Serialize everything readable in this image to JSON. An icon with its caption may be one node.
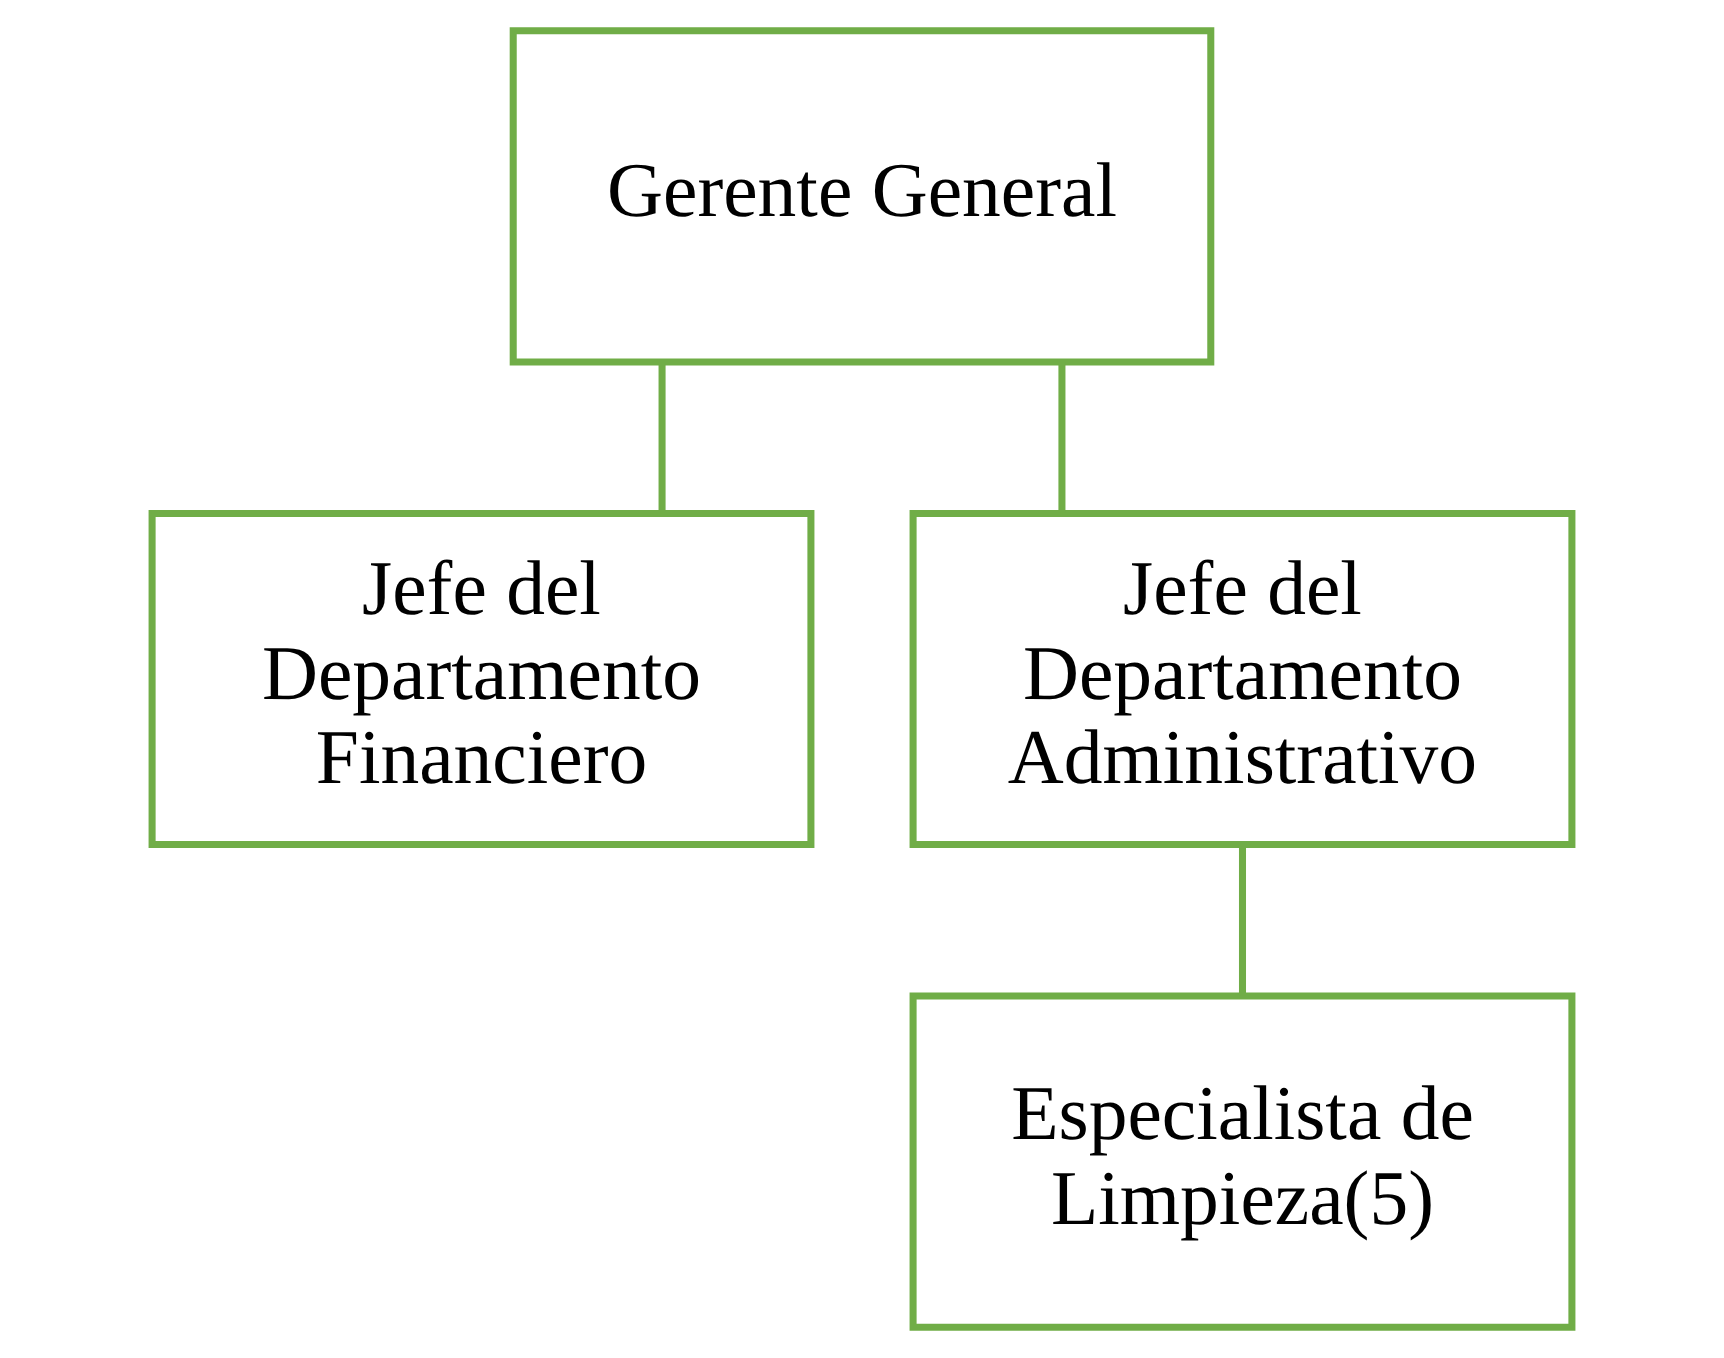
{
  "diagram": {
    "nodes": [
      {
        "text": [
          "Gerente General"
        ]
      },
      {
        "text": [
          "Jefe del Departamento Financiero"
        ]
      },
      {
        "text": [
          "Jefe del Departamento Administrativo"
        ]
      },
      {
        "text": [
          "Especialista de Limpieza(5)"
        ]
      }
    ],
    "edges": [
      {
        "from": 0,
        "to": 1,
        "arrow": "none"
      },
      {
        "from": 0,
        "to": 2,
        "arrow": "none"
      },
      {
        "from": 2,
        "to": 3,
        "arrow": "none"
      }
    ]
  }
}
